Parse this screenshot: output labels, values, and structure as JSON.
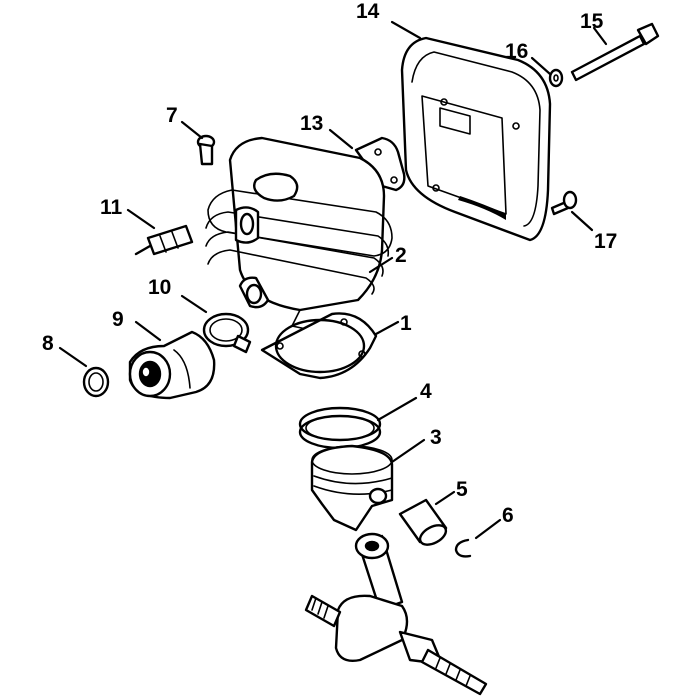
{
  "labels": {
    "l1": "1",
    "l2": "2",
    "l3": "3",
    "l4": "4",
    "l5": "5",
    "l6": "6",
    "l7": "7",
    "l8": "8",
    "l9": "9",
    "l10": "10",
    "l11": "11",
    "l12": "",
    "l13": "13",
    "l14": "14",
    "l15": "15",
    "l16": "16",
    "l17": "17"
  },
  "colors": {
    "line": "#000000",
    "background": "#ffffff"
  }
}
